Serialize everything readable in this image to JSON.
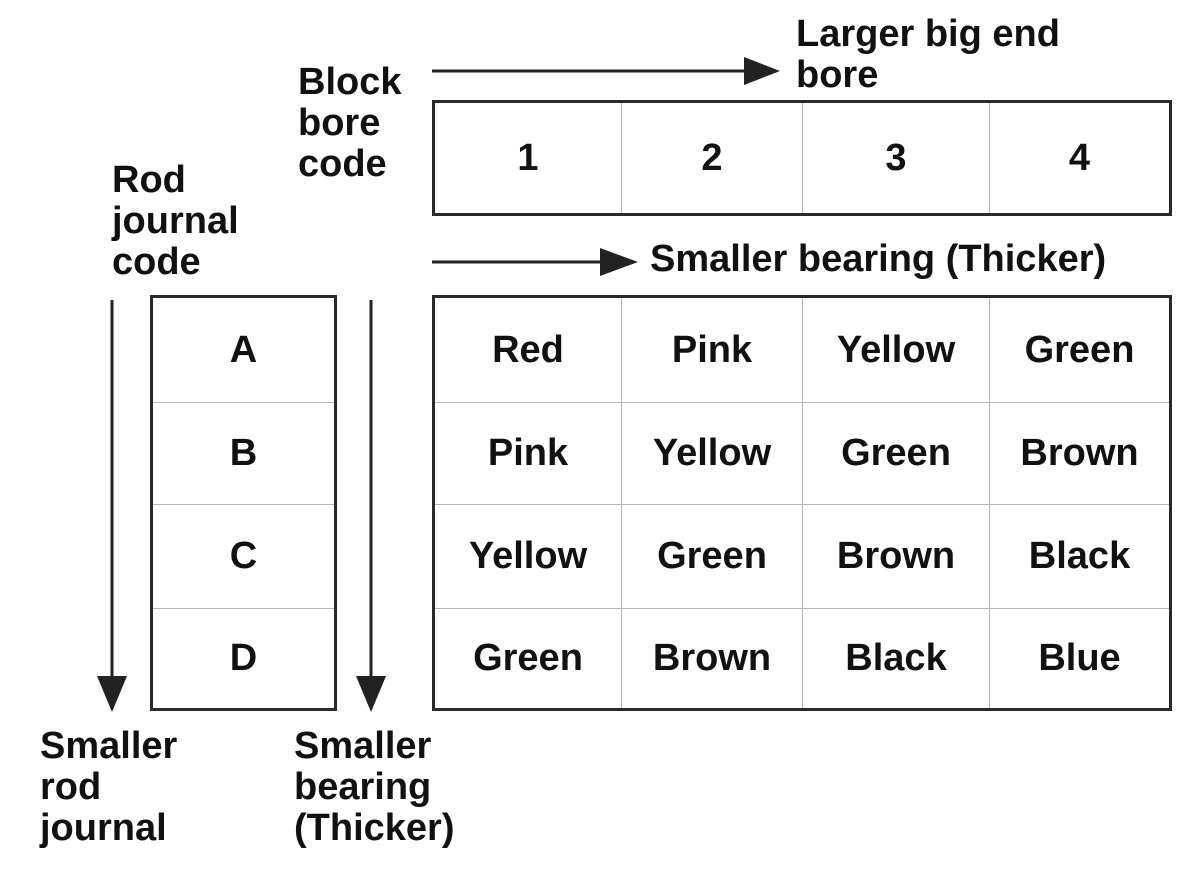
{
  "labels": {
    "block_bore": [
      "Block",
      "bore",
      "code"
    ],
    "larger_big_end": [
      "Larger big end",
      "bore"
    ],
    "rod_journal": [
      "Rod",
      "journal",
      "code"
    ],
    "smaller_bearing_right": "Smaller bearing (Thicker)",
    "smaller_rod_journal": [
      "Smaller",
      "rod",
      "journal"
    ],
    "smaller_bearing_down": [
      "Smaller",
      "bearing",
      "(Thicker)"
    ]
  },
  "block_bore_codes": [
    "1",
    "2",
    "3",
    "4"
  ],
  "rod_journal_codes": [
    "A",
    "B",
    "C",
    "D"
  ],
  "bearing_colors": [
    [
      "Red",
      "Pink",
      "Yellow",
      "Green"
    ],
    [
      "Pink",
      "Yellow",
      "Green",
      "Brown"
    ],
    [
      "Yellow",
      "Green",
      "Brown",
      "Black"
    ],
    [
      "Green",
      "Brown",
      "Black",
      "Blue"
    ]
  ],
  "colors": {
    "text": "#111111",
    "border": "#2a2a2a",
    "inner_border": "#b8b8b8",
    "arrow": "#222222"
  }
}
